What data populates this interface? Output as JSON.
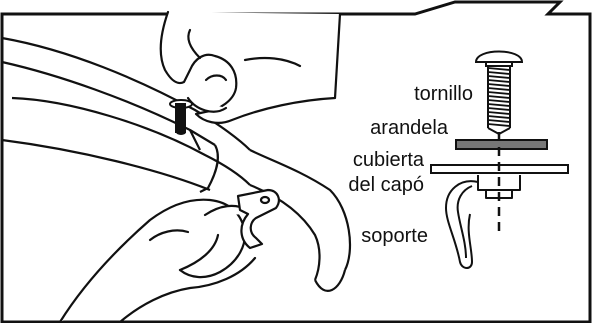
{
  "labels": {
    "screw": "tornillo",
    "washer": "arandela",
    "cover_line1": "cubierta",
    "cover_line2": "del capó",
    "bracket": "soporte"
  },
  "colors": {
    "ink": "#111111",
    "washer_fill": "#777777",
    "paper": "#ffffff"
  }
}
